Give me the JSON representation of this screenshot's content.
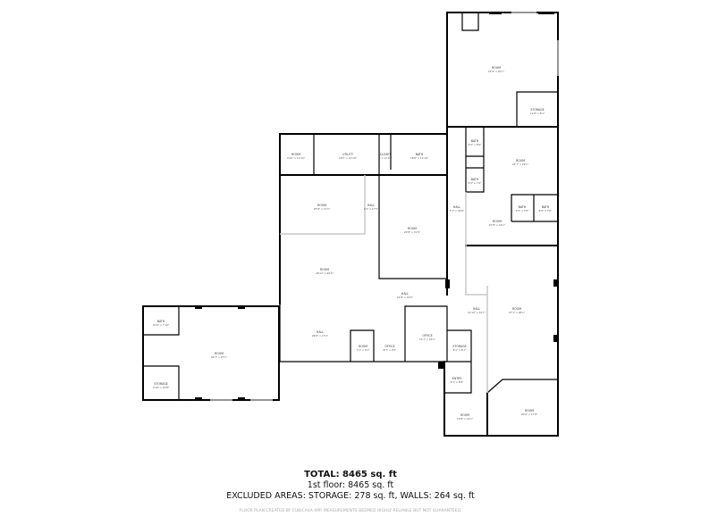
{
  "rooms": [
    {
      "name": "ROOM",
      "dim": "22'9\" x 20'1\""
    },
    {
      "name": "STORAGE",
      "dim": "11'8\" x 8'1\""
    },
    {
      "name": "BATH",
      "dim": "5'2\" x 6'6\""
    },
    {
      "name": "BATH",
      "dim": "5'2\" x 7'6\""
    },
    {
      "name": "ROOM",
      "dim": "22'7\" x 19'1\""
    },
    {
      "name": "BATH",
      "dim": "6'5\" x 7'6\""
    },
    {
      "name": "BATH",
      "dim": "6'5\" x 7'6\""
    },
    {
      "name": "ROOM",
      "dim": "27'8\" x 14'1\""
    },
    {
      "name": "HALL",
      "dim": "5'1\" x 40'6\""
    },
    {
      "name": "ROOM",
      "dim": "9'10\" x 11'10\""
    },
    {
      "name": "UTILITY",
      "dim": "19'5\" x 11'10\""
    },
    {
      "name": "CLOSET",
      "dim": "3' x 11'10\""
    },
    {
      "name": "BATH",
      "dim": "16'8\" x 11'10\""
    },
    {
      "name": "ROOM",
      "dim": "25'8\" x 17'2\""
    },
    {
      "name": "HALL",
      "dim": "4'2\" x 17'5\""
    },
    {
      "name": "ROOM",
      "dim": "20'8\" x 31'5\""
    },
    {
      "name": "ROOM",
      "dim": "29'11\" x 20'5\""
    },
    {
      "name": "HALL",
      "dim": "21'8\" x 10'5\""
    },
    {
      "name": "HALL",
      "dim": "29'8\" x 17'2\""
    },
    {
      "name": "ROOM",
      "dim": "7'1\" x 9'1\""
    },
    {
      "name": "OFFICE",
      "dim": "8'7\" x 9'5\""
    },
    {
      "name": "OFFICE",
      "dim": "12'7\" x 16'1\""
    },
    {
      "name": "HALL",
      "dim": "11'10\" x 32'7\""
    },
    {
      "name": "ROOM",
      "dim": "27'1\" x 46'1\""
    },
    {
      "name": "STORAGE",
      "dim": "8'1\" x 8'1\""
    },
    {
      "name": "ENTRY",
      "dim": "9'1\" x 8'8\""
    },
    {
      "name": "ROOM",
      "dim": "12'8\" x 12'1\""
    },
    {
      "name": "ROOM",
      "dim": "20'4\" x 17'8\""
    },
    {
      "name": "BATH",
      "dim": "9'10\" x 7'10\""
    },
    {
      "name": "ROOM",
      "dim": "39'7\" x 27'1\""
    },
    {
      "name": "STORAGE",
      "dim": "9'10\" x 10'8\""
    }
  ],
  "summary": {
    "total": "TOTAL: 8465 sq. ft",
    "floor": "1st floor: 8465 sq. ft",
    "excluded": "EXCLUDED AREAS: STORAGE: 278 sq. ft, WALLS: 264 sq. ft",
    "disclaimer": "FLOOR PLAN CREATED BY CUBICASA APP. MEASUREMENTS DEEMED HIGHLY RELIABLE BUT NOT GUARANTEED."
  },
  "colors": {
    "walls": "#000000",
    "openings": "#c8c8c8"
  }
}
